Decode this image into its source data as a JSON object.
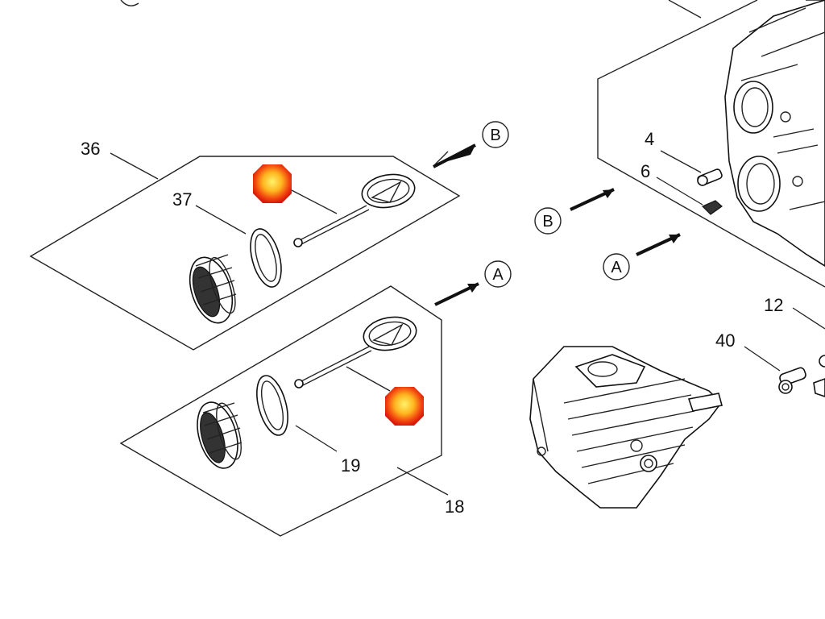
{
  "diagram": {
    "part_numbers": {
      "p36": "36",
      "p37": "37",
      "p4": "4",
      "p6": "6",
      "p12": "12",
      "p40": "40",
      "p19": "19",
      "p18": "18"
    },
    "reference_letters": {
      "b_top": "B",
      "b_mid": "B",
      "a_top": "A",
      "a_mid": "A"
    },
    "colors": {
      "line": "#222222",
      "marker_core": "#ffe24a",
      "marker_mid": "#ff9a1a",
      "marker_edge": "#e8200e",
      "background": "#ffffff"
    },
    "markers": [
      {
        "name": "highlight-marker-upper"
      },
      {
        "name": "highlight-marker-lower"
      }
    ]
  }
}
